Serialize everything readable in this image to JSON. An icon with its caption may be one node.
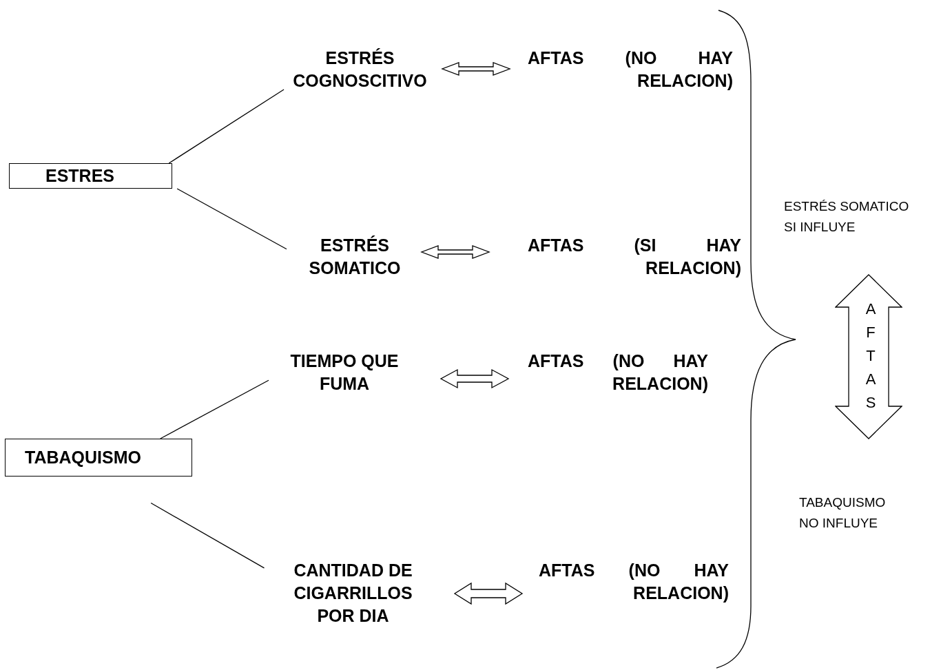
{
  "diagram": {
    "nodes": [
      {
        "text": [
          "ESTRES"
        ]
      },
      {
        "text": [
          "ESTRÉS COGNOSCITIVO"
        ]
      },
      {
        "text": [
          "AFTAS (NO HAY RELACION)"
        ]
      },
      {
        "text": [
          "ESTRÉS SOMATICO"
        ]
      },
      {
        "text": [
          "AFTAS (SI HAY RELACION)"
        ]
      },
      {
        "text": [
          "TABAQUISMO"
        ]
      },
      {
        "text": [
          "TIEMPO QUE FUMA"
        ]
      },
      {
        "text": [
          "AFTAS (NO HAY RELACION)"
        ]
      },
      {
        "text": [
          "CANTIDAD DE CIGARRILLOS POR DIA"
        ]
      },
      {
        "text": [
          "AFTAS (NO HAY RELACION)"
        ]
      },
      {
        "text": [
          "AFTAS"
        ]
      }
    ],
    "edges": [
      {
        "from": 0,
        "to": 1,
        "arrow": "none"
      },
      {
        "from": 1,
        "to": 2,
        "arrow": "both"
      },
      {
        "from": 0,
        "to": 3,
        "arrow": "none"
      },
      {
        "from": 3,
        "to": 4,
        "arrow": "both"
      },
      {
        "from": 5,
        "to": 6,
        "arrow": "none"
      },
      {
        "from": 6,
        "to": 7,
        "arrow": "both"
      },
      {
        "from": 5,
        "to": 8,
        "arrow": "none"
      },
      {
        "from": 8,
        "to": 9,
        "arrow": "both"
      }
    ],
    "labels": [
      "ESTRÉS SOMATICO SI INFLUYE",
      "TABAQUISMO NO INFLUYE"
    ]
  }
}
